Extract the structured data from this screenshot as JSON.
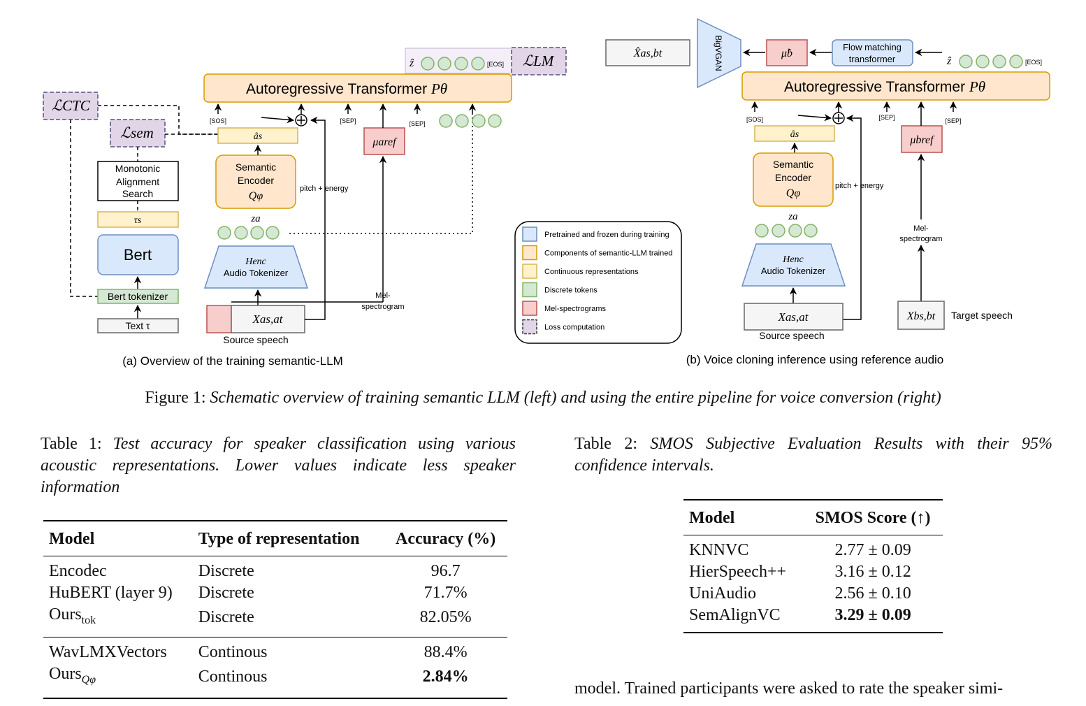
{
  "figure": {
    "left": {
      "transformer_label": "Autoregressive Transformer ",
      "transformer_sym": "Pθ",
      "loss_ctc": "ℒCTC",
      "loss_sem": "ℒsem",
      "loss_lm": "ℒLM",
      "mas": [
        "Monotonic",
        "Alignment",
        "Search"
      ],
      "tau_s": "τs",
      "bert": "Bert",
      "bert_tokenizer": "Bert tokenizer",
      "text_tau": "Text τ",
      "a_hat_s": "âs",
      "semantic_encoder": [
        "Semantic",
        "Encoder",
        "Qφ"
      ],
      "z_a": "za",
      "h_enc": "Henc",
      "audio_tokenizer": "Audio Tokenizer",
      "x_source": "Xas,at",
      "source_speech": "Source speech",
      "mu_ref": "μaref",
      "mel_spectrogram": [
        "Mel-",
        "spectrogram"
      ],
      "pitch_energy": "pitch + energy",
      "sos": "[SOS]",
      "sep1": "[SEP]",
      "sep2": "[SEP]",
      "eos": "[EOS]",
      "z_hat": "ẑ",
      "subcaption": "(a) Overview of the training semantic-LLM"
    },
    "legend": [
      {
        "label": "Pretrained and frozen during training",
        "fill": "#dae8fc",
        "stroke": "#6c8ebf"
      },
      {
        "label": "Components of semantic-LLM trained",
        "fill": "#ffe6cc",
        "stroke": "#d79b00"
      },
      {
        "label": "Continuous representations",
        "fill": "#fff2cc",
        "stroke": "#d6b656"
      },
      {
        "label": "Discrete tokens",
        "fill": "#d5e8d4",
        "stroke": "#82b366"
      },
      {
        "label": "Mel-spectrograms",
        "fill": "#f8cecc",
        "stroke": "#b85450"
      },
      {
        "label": "Loss computation",
        "fill": "#e1d5e7",
        "stroke": "#333333"
      }
    ],
    "right": {
      "x_hat_out": "X̂as,bt",
      "bigvgan": "BigVGAN",
      "mu_hat_b": "μ̂b",
      "flow_matching": [
        "Flow matching",
        "transformer"
      ],
      "z_hat": "ẑ",
      "eos": "[EOS]",
      "transformer_label": "Autoregressive Transformer ",
      "transformer_sym": "Pθ",
      "sos": "[SOS]",
      "sep1": "[SEP]",
      "sep2": "[SEP]",
      "a_hat_s": "âs",
      "semantic_encoder": [
        "Semantic",
        "Encoder",
        "Qφ"
      ],
      "pitch_energy": "pitch + energy",
      "z_a": "za",
      "h_enc": "Henc",
      "audio_tokenizer": "Audio Tokenizer",
      "x_source": "Xas,at",
      "source_speech": "Source speech",
      "mu_ref": "μbref",
      "mel_spectrogram": [
        "Mel-",
        "spectrogram"
      ],
      "x_target": "Xbs,bt",
      "target_speech": "Target speech",
      "subcaption": "(b) Voice cloning inference using reference audio"
    }
  },
  "caption": {
    "prefix": "Figure 1: ",
    "text": "Schematic overview of training semantic LLM (left) and using the entire pipeline for voice conversion (right)"
  },
  "table1": {
    "caption_prefix": "Table 1: ",
    "caption_text": "Test accuracy for speaker classification using various acoustic representations. Lower values indicate less speaker information",
    "headers": [
      "Model",
      "Type of representation",
      "Accuracy (%)"
    ],
    "group1": [
      {
        "model": "Encodec",
        "type": "Discrete",
        "acc": "96.7"
      },
      {
        "model": "HuBERT (layer 9)",
        "type": "Discrete",
        "acc": "71.7%"
      },
      {
        "model": "Ours",
        "model_sub": "tok",
        "type": "Discrete",
        "acc": "82.05%"
      }
    ],
    "group2": [
      {
        "model": "WavLMXVectors",
        "type": "Continous",
        "acc": "88.4%"
      },
      {
        "model": "Ours",
        "model_sub": "Qφ",
        "type": "Continous",
        "acc": "2.84%"
      }
    ]
  },
  "table2": {
    "caption_prefix": "Table 2: ",
    "caption_text": "SMOS Subjective Evaluation Results with their 95% confidence intervals.",
    "headers": [
      "Model",
      "SMOS Score (↑)"
    ],
    "rows": [
      {
        "model": "KNNVC",
        "score": "2.77 ± 0.09"
      },
      {
        "model": "HierSpeech++",
        "score": "3.16 ± 0.12"
      },
      {
        "model": "UniAudio",
        "score": "2.56 ± 0.10"
      },
      {
        "model": "SemAlignVC",
        "score": "3.29 ± 0.09"
      }
    ]
  },
  "body_text": "model. Trained participants were asked to rate the speaker simi-"
}
